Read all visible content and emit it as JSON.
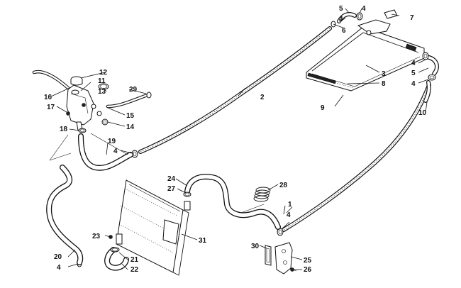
{
  "callouts": [
    "1",
    "2",
    "3",
    "4",
    "5",
    "6",
    "7",
    "8",
    "9",
    "10",
    "11",
    "12",
    "13",
    "14",
    "15",
    "16",
    "17",
    "18",
    "19",
    "20",
    "21",
    "22",
    "23",
    "24",
    "25",
    "26",
    "27",
    "28",
    "29",
    "30",
    "31"
  ]
}
